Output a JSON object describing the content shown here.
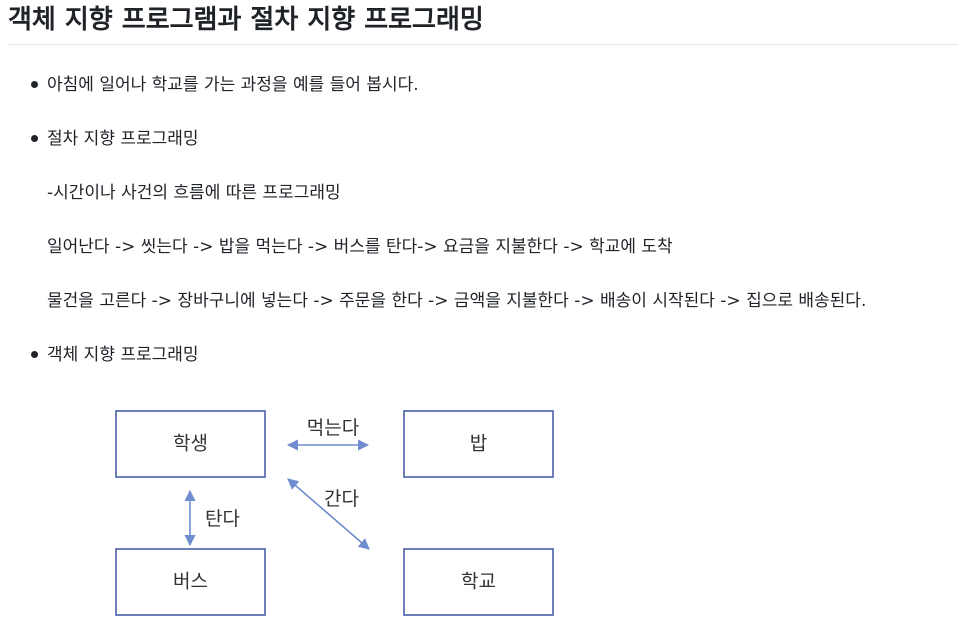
{
  "heading": "객체 지향 프로그램과 절차 지향 프로그래밍",
  "content": {
    "intro": "아침에 일어나 학교를 가는 과정을 예를 들어 봅시다.",
    "procedural_heading": "절차 지향 프로그래밍",
    "procedural_desc": "-시간이나 사건의 흐름에 따른 프로그래밍",
    "procedural_example1": "일어난다 -> 씻는다 -> 밥을 먹는다 -> 버스를 탄다-> 요금을 지불한다 -> 학교에 도착",
    "procedural_example2": "물건을 고른다 -> 장바구니에 넣는다 -> 주문을 한다 -> 금액을 지불한다 -> 배송이 시작된다 -> 집으로 배송된다.",
    "oop_heading": "객체 지향 프로그래밍"
  },
  "diagram": {
    "colors": {
      "box_border": "#4a5fa8",
      "arrow": "#6f8ccf"
    },
    "boxes": {
      "student": "학생",
      "rice": "밥",
      "bus": "버스",
      "school": "학교"
    },
    "arrows": {
      "eats": "먹는다",
      "rides": "탄다",
      "goes": "간다"
    }
  }
}
